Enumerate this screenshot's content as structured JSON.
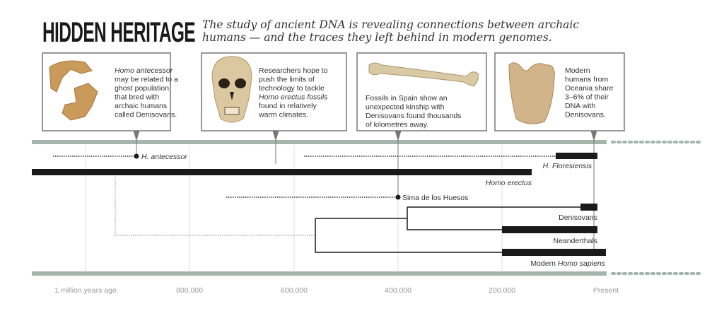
{
  "header": {
    "title": "HIDDEN HERITAGE",
    "subtitle_line1": "The study of ancient DNA is revealing connections between archaic",
    "subtitle_line2": "humans — and the traces they left behind in modern genomes."
  },
  "cards": [
    {
      "lines": [
        "Homo antecessor",
        "may be related to a",
        "ghost population",
        "that bred with",
        "archaic humans",
        "called Denisovans."
      ],
      "image": "jaw-fragments"
    },
    {
      "lines": [
        "Researchers hope to",
        "push the limits of",
        "technology to tackle",
        "Homo erectus fossils",
        "found in relatively",
        "warm climates."
      ],
      "image": "skull"
    },
    {
      "lines": [
        "Fossils in Spain show an",
        "unexpected kinship with",
        "Denisovans found thousands",
        "of kilometres away."
      ],
      "image": "femur"
    },
    {
      "lines": [
        "Modern",
        "humans from",
        "Oceania share",
        "3–6% of their",
        "DNA with",
        "Denisovans."
      ],
      "image": "tooth"
    }
  ],
  "timeline": {
    "labels": {
      "antecessor": "H. antecessor",
      "floresiensis": "H. Floresiensis",
      "erectus": "Homo erectus",
      "sima": "Sima de los Huesos",
      "denisovans": "Denisovans",
      "neanderthals": "Neanderthals",
      "sapiens_pre": "Modern ",
      "sapiens_it": "Homo sapiens"
    },
    "ticks": [
      "1 million years ago",
      "800,000",
      "600,000",
      "400,000",
      "200,000",
      "Present"
    ]
  },
  "colors": {
    "band": "#a3b5ad",
    "bar": "#1a1a1a",
    "grid": "#e2e2e2"
  }
}
